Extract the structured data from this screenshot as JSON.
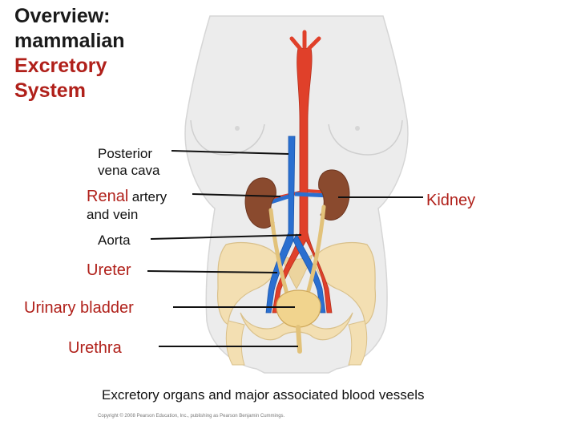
{
  "title": {
    "line1": "Overview:",
    "line2": "mammalian",
    "line3": "Excretory",
    "line4": "System"
  },
  "labels": {
    "posterior_vena_cava_line1": "Posterior",
    "posterior_vena_cava_line2": "vena cava",
    "renal_word": "Renal",
    "renal_rest": "artery",
    "renal_line2": "and vein",
    "aorta": "Aorta",
    "kidney": "Kidney",
    "ureter": "Ureter",
    "urinary_bladder": "Urinary bladder",
    "urethra": "Urethra"
  },
  "caption": "Excretory organs and major associated blood vessels",
  "copyright": "Copyright © 2008 Pearson Education, Inc., publishing as Pearson Benjamin Cummings.",
  "colors": {
    "title_accent": "#b0201a",
    "aorta": "#e0402a",
    "vena_cava": "#2a6fd0",
    "kidney": "#8a4a2e",
    "ureter": "#e2c27a",
    "bladder": "#f1d48e",
    "pelvis": "#f3dfb2",
    "body": "#ededed"
  }
}
